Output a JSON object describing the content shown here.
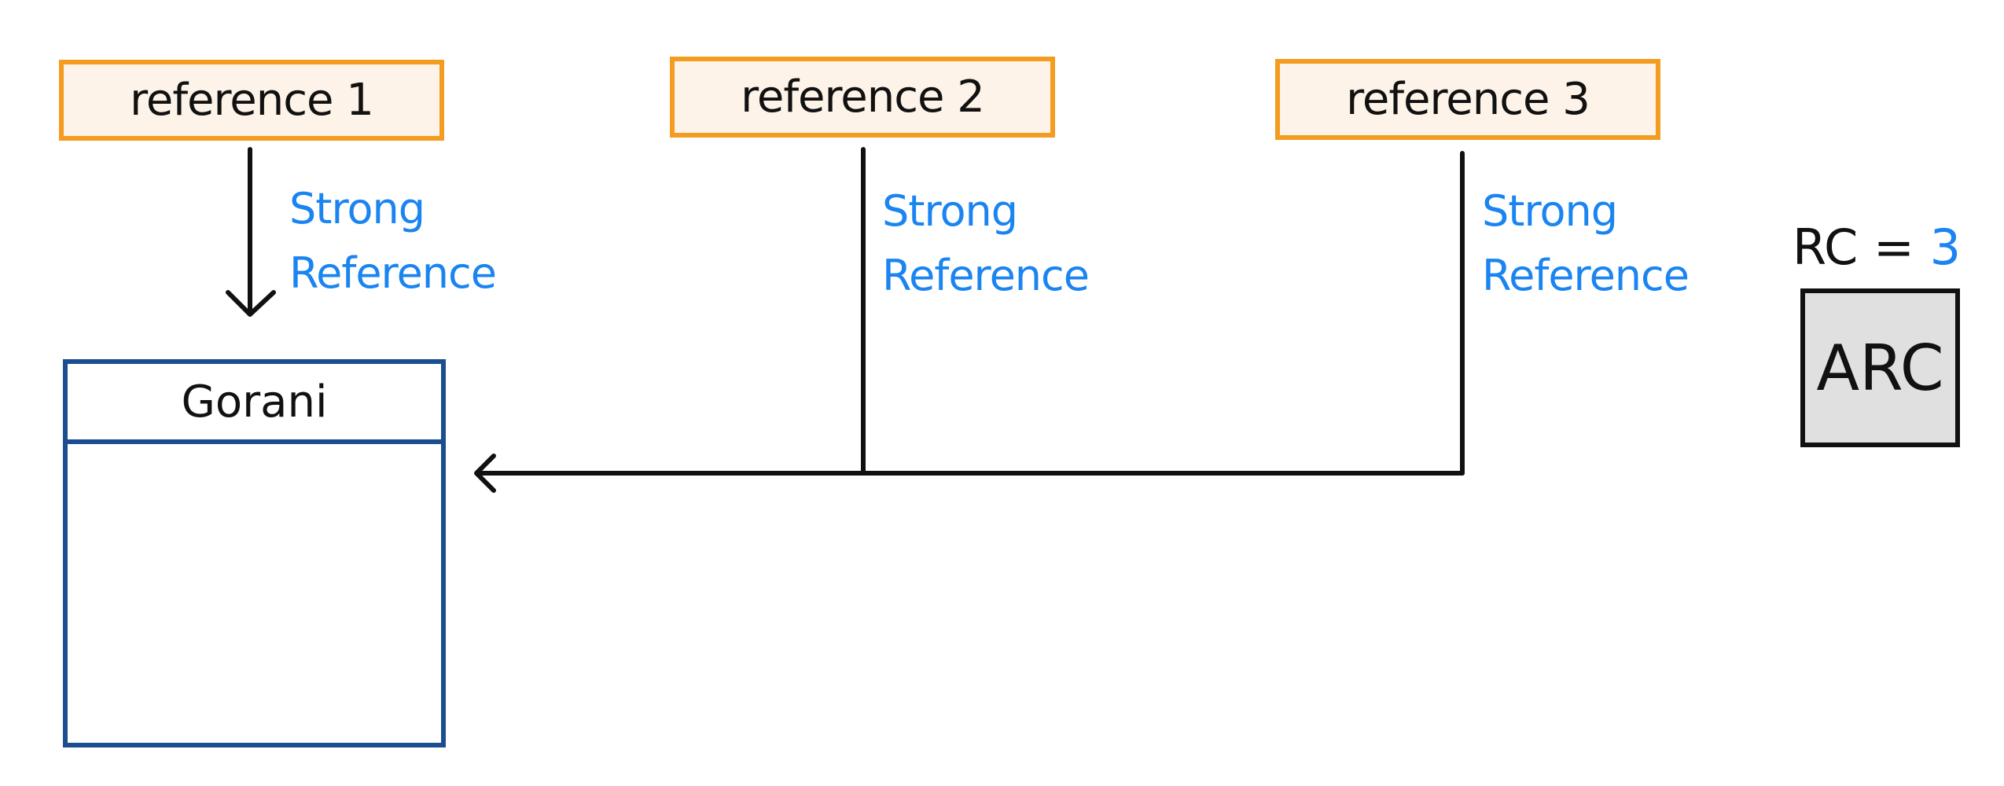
{
  "references": [
    {
      "label": "reference 1",
      "relation_label": "Strong Reference"
    },
    {
      "label": "reference 2",
      "relation_label": "Strong Reference"
    },
    {
      "label": "reference 3",
      "relation_label": "Strong Reference"
    }
  ],
  "relation": {
    "line1": "Strong",
    "line2": "Reference"
  },
  "object": {
    "class_name": "Gorani"
  },
  "reference_count": {
    "prefix": "RC = ",
    "value": "3"
  },
  "arc_box": {
    "label": "ARC"
  },
  "colors": {
    "reference_border": "#f39c1f",
    "reference_fill": "#fdf3e8",
    "relation_text": "#1a84f0",
    "class_border": "#1b4e8f",
    "arc_fill": "#e0e0e0"
  }
}
